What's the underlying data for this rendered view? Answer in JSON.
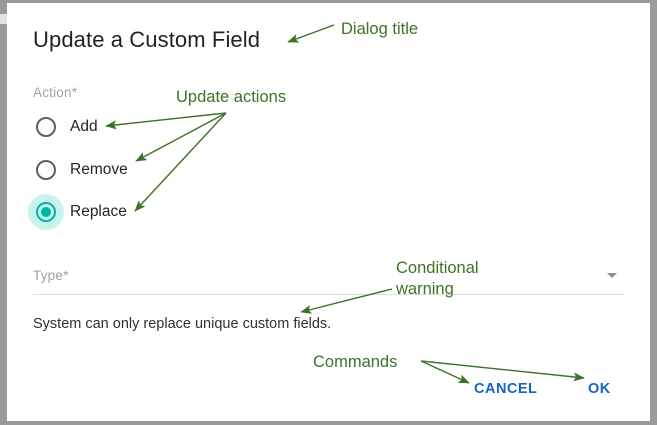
{
  "dialog": {
    "title": "Update a Custom Field",
    "action_field": {
      "label": "Action*",
      "options": [
        {
          "label": "Add",
          "selected": false
        },
        {
          "label": "Remove",
          "selected": false
        },
        {
          "label": "Replace",
          "selected": true
        }
      ]
    },
    "type_field": {
      "label": "Type*",
      "value": "",
      "caret_icon": "chevron-down-icon"
    },
    "warning": "System can only replace unique custom fields.",
    "buttons": {
      "cancel": "CANCEL",
      "ok": "OK"
    }
  },
  "annotations": [
    {
      "id": "dialog-title",
      "text": "Dialog title"
    },
    {
      "id": "update-actions",
      "text": "Update actions"
    },
    {
      "id": "conditional-warning",
      "text": "Conditional\nwarning"
    },
    {
      "id": "commands",
      "text": "Commands"
    }
  ],
  "colors": {
    "accent_selected": "#00b5a0",
    "accent_selected_halo": "#c7f3ec",
    "button_blue": "#1565c0",
    "annotation_green": "#3d7227",
    "label_gray": "#a0a0a0",
    "frame_gray": "#9a9a9a",
    "surface": "#ffffff"
  }
}
